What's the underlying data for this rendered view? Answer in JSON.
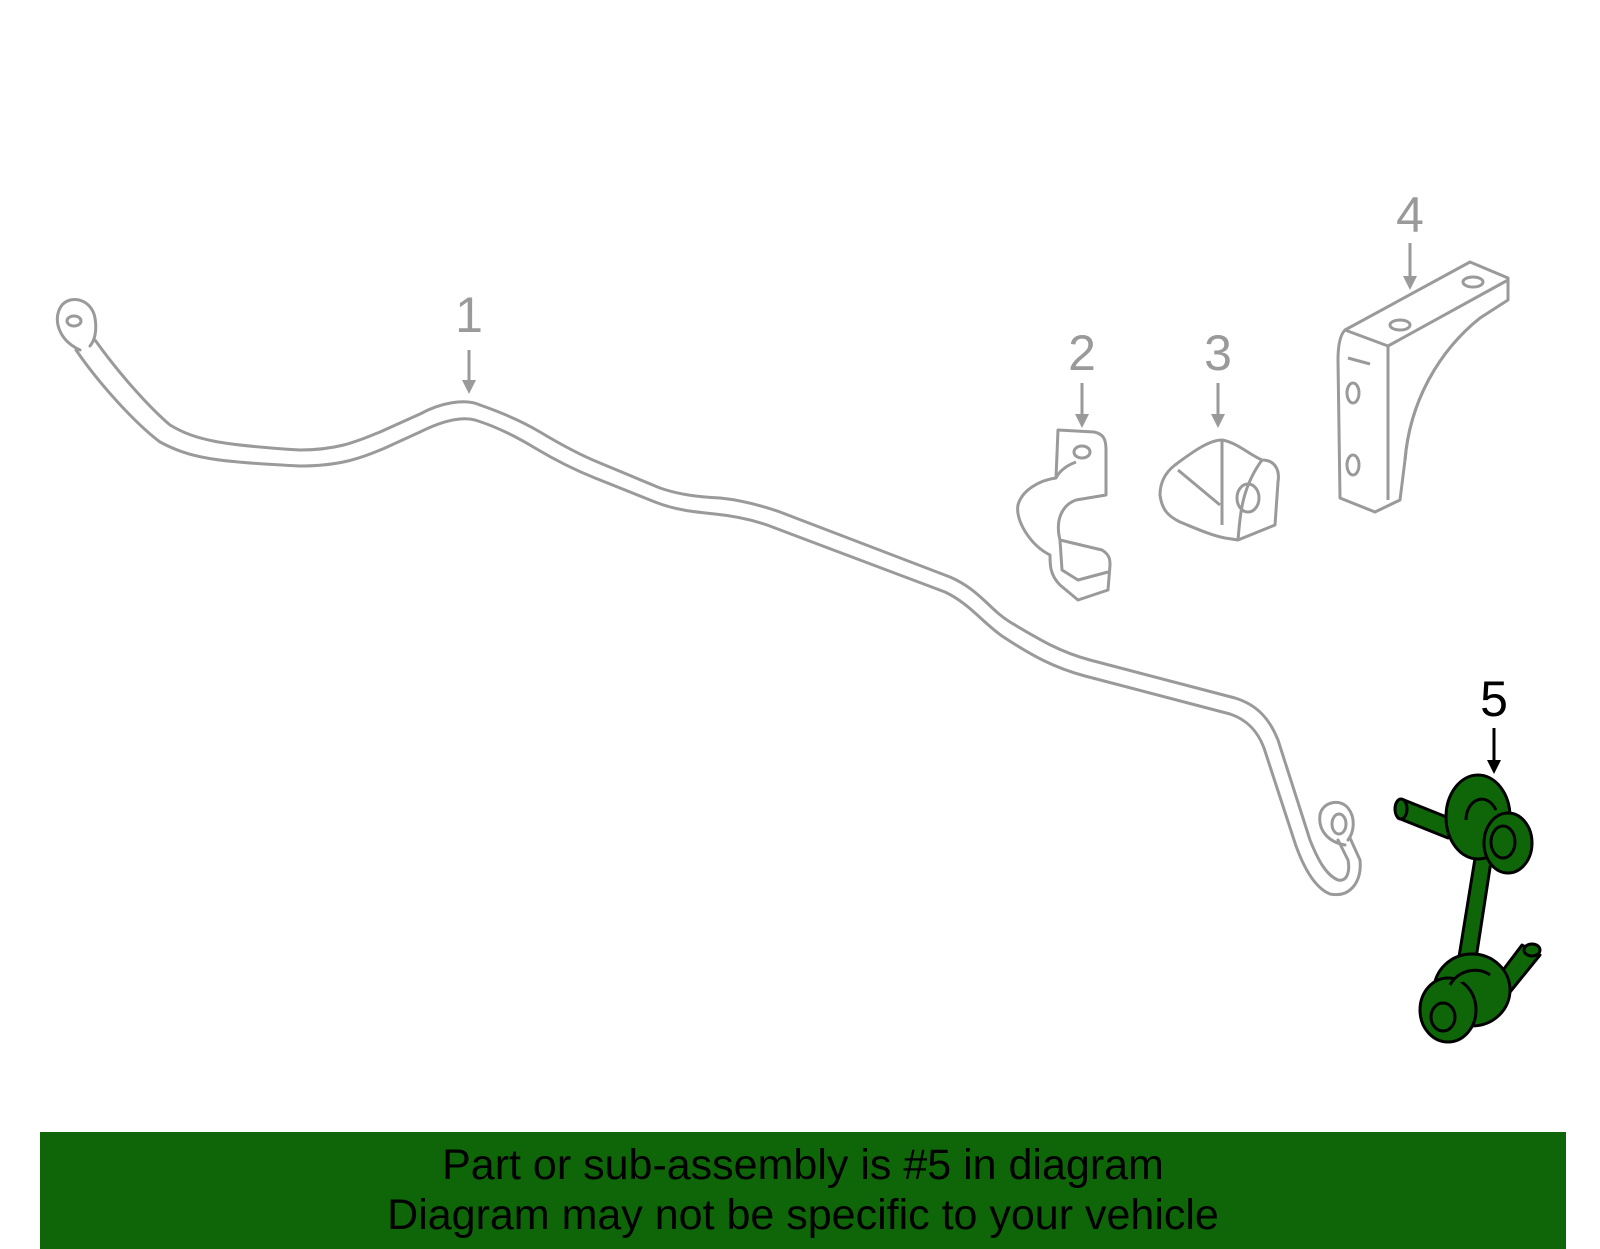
{
  "diagram": {
    "callouts": [
      {
        "number": "1",
        "highlighted": false
      },
      {
        "number": "2",
        "highlighted": false
      },
      {
        "number": "3",
        "highlighted": false
      },
      {
        "number": "4",
        "highlighted": false
      },
      {
        "number": "5",
        "highlighted": true
      }
    ],
    "colors": {
      "inactive_part": "#9a9a9a",
      "highlight_fill": "#0f6608",
      "highlight_outline": "#000000",
      "banner_background": "#0f6608"
    }
  },
  "banner": {
    "line1": "Part or sub-assembly is #5 in diagram",
    "line2": "Diagram may not be specific to your vehicle"
  }
}
